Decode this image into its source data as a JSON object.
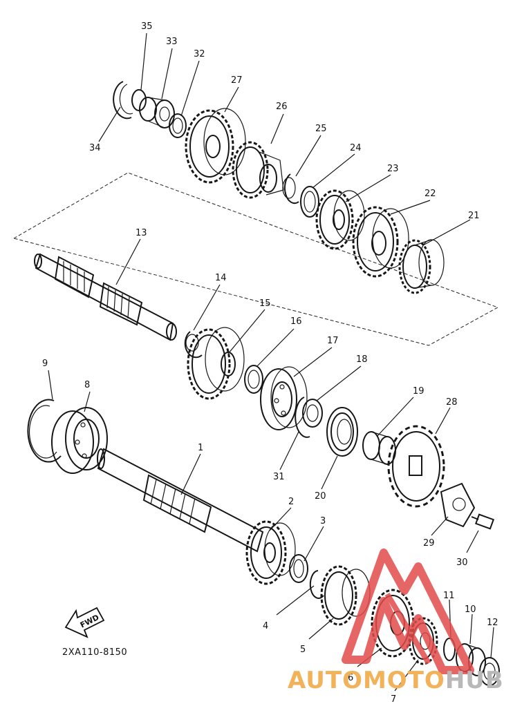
{
  "diagram_code": "2XA110-8150",
  "fwd_label": "FWD",
  "watermark": {
    "text_main": "AUTOMOTO",
    "text_tail": "HUB",
    "color_main": "#f2b25a",
    "color_tail": "#b8b8b8",
    "logo_color": "#e24b4b"
  },
  "labels": [
    {
      "id": "1",
      "text": "1"
    },
    {
      "id": "2",
      "text": "2"
    },
    {
      "id": "3",
      "text": "3"
    },
    {
      "id": "4",
      "text": "4"
    },
    {
      "id": "5",
      "text": "5"
    },
    {
      "id": "6",
      "text": "6"
    },
    {
      "id": "7",
      "text": "7"
    },
    {
      "id": "8",
      "text": "8"
    },
    {
      "id": "9",
      "text": "9"
    },
    {
      "id": "10",
      "text": "10"
    },
    {
      "id": "11",
      "text": "11"
    },
    {
      "id": "12",
      "text": "12"
    },
    {
      "id": "13",
      "text": "13"
    },
    {
      "id": "14",
      "text": "14"
    },
    {
      "id": "15",
      "text": "15"
    },
    {
      "id": "16",
      "text": "16"
    },
    {
      "id": "17",
      "text": "17"
    },
    {
      "id": "18",
      "text": "18"
    },
    {
      "id": "19",
      "text": "19"
    },
    {
      "id": "20",
      "text": "20"
    },
    {
      "id": "21",
      "text": "21"
    },
    {
      "id": "22",
      "text": "22"
    },
    {
      "id": "23",
      "text": "23"
    },
    {
      "id": "24",
      "text": "24"
    },
    {
      "id": "25",
      "text": "25"
    },
    {
      "id": "26",
      "text": "26"
    },
    {
      "id": "27",
      "text": "27"
    },
    {
      "id": "28",
      "text": "28"
    },
    {
      "id": "29",
      "text": "29"
    },
    {
      "id": "30",
      "text": "30"
    },
    {
      "id": "31",
      "text": "31"
    },
    {
      "id": "32",
      "text": "32"
    },
    {
      "id": "33",
      "text": "33"
    },
    {
      "id": "34",
      "text": "34"
    },
    {
      "id": "35",
      "text": "35"
    }
  ]
}
